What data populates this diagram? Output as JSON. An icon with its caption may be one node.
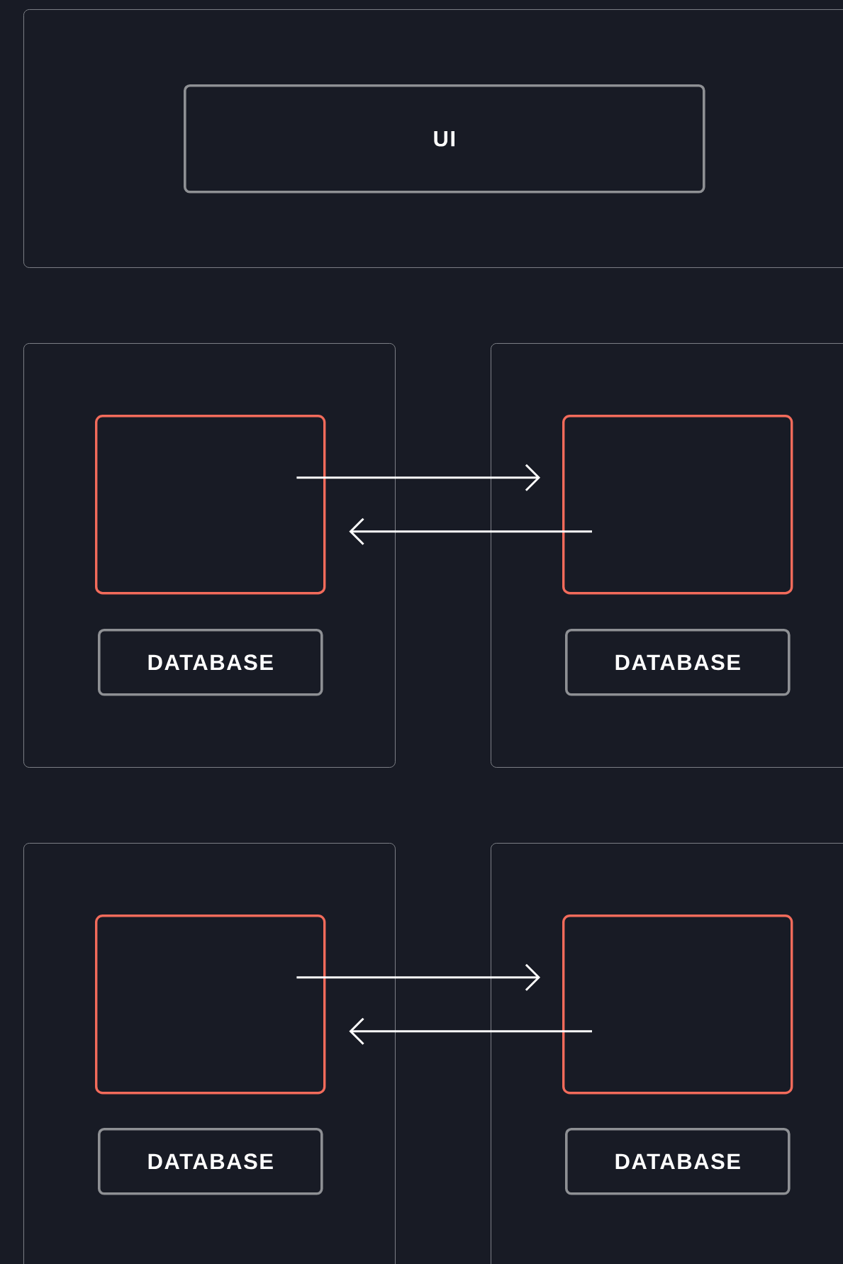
{
  "diagram": {
    "nodes": [
      {
        "text": [],
        "shape": "box"
      },
      {
        "text": [
          "UI"
        ],
        "in": 0
      },
      {
        "text": [],
        "shape": "box"
      },
      {
        "text": [],
        "shape": "box",
        "in": 2
      },
      {
        "text": [
          "DATABASE"
        ],
        "in": 2
      },
      {
        "text": [],
        "shape": "box"
      },
      {
        "text": [],
        "shape": "box",
        "in": 5
      },
      {
        "text": [
          "DATABASE"
        ],
        "in": 5
      },
      {
        "text": [],
        "shape": "box"
      },
      {
        "text": [],
        "shape": "box",
        "in": 8
      },
      {
        "text": [
          "DATABASE"
        ],
        "in": 8
      },
      {
        "text": [],
        "shape": "box"
      },
      {
        "text": [],
        "shape": "box",
        "in": 11
      },
      {
        "text": [
          "DATABASE"
        ],
        "in": 11
      }
    ],
    "edges": [
      {
        "from": 3,
        "to": 6,
        "arrow": "to"
      },
      {
        "from": 6,
        "to": 3,
        "arrow": "to"
      },
      {
        "from": 9,
        "to": 12,
        "arrow": "to"
      },
      {
        "from": 12,
        "to": 9,
        "arrow": "to"
      }
    ]
  }
}
